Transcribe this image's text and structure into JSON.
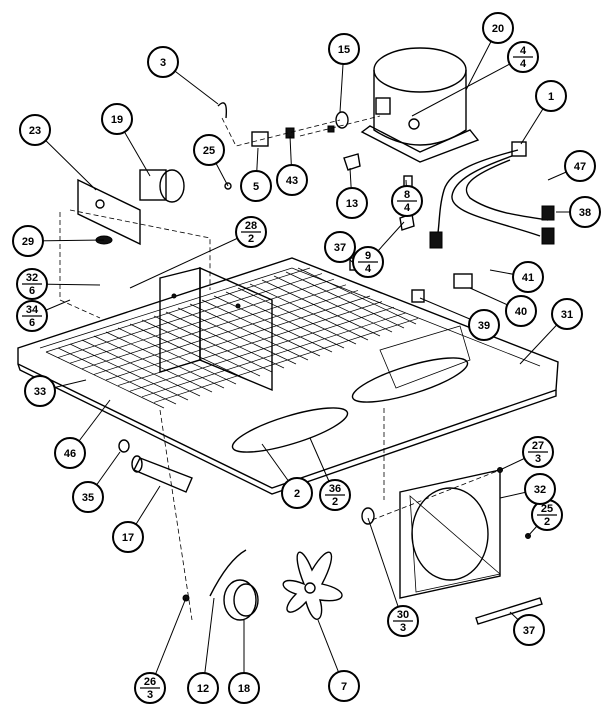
{
  "callouts": [
    {
      "id": "c1",
      "label": "1"
    },
    {
      "id": "c2",
      "label": "2"
    },
    {
      "id": "c3",
      "label": "3"
    },
    {
      "id": "c4",
      "label": "4",
      "sub": "4"
    },
    {
      "id": "c5",
      "label": "5"
    },
    {
      "id": "c7",
      "label": "7"
    },
    {
      "id": "c8",
      "label": "8",
      "sub": "4"
    },
    {
      "id": "c9",
      "label": "9",
      "sub": "4"
    },
    {
      "id": "c12",
      "label": "12"
    },
    {
      "id": "c13",
      "label": "13"
    },
    {
      "id": "c15",
      "label": "15"
    },
    {
      "id": "c17",
      "label": "17"
    },
    {
      "id": "c18",
      "label": "18"
    },
    {
      "id": "c19",
      "label": "19"
    },
    {
      "id": "c20",
      "label": "20"
    },
    {
      "id": "c23",
      "label": "23"
    },
    {
      "id": "c25a",
      "label": "25"
    },
    {
      "id": "c25b",
      "label": "25",
      "sub": "2"
    },
    {
      "id": "c26",
      "label": "26",
      "sub": "3"
    },
    {
      "id": "c27",
      "label": "27",
      "sub": "3"
    },
    {
      "id": "c28",
      "label": "28",
      "sub": "2"
    },
    {
      "id": "c29",
      "label": "29"
    },
    {
      "id": "c30",
      "label": "30",
      "sub": "3"
    },
    {
      "id": "c31",
      "label": "31"
    },
    {
      "id": "c32a",
      "label": "32",
      "sub": "6"
    },
    {
      "id": "c32b",
      "label": "32"
    },
    {
      "id": "c33",
      "label": "33"
    },
    {
      "id": "c34",
      "label": "34",
      "sub": "6"
    },
    {
      "id": "c35",
      "label": "35"
    },
    {
      "id": "c36",
      "label": "36",
      "sub": "2"
    },
    {
      "id": "c37a",
      "label": "37"
    },
    {
      "id": "c37b",
      "label": "37"
    },
    {
      "id": "c38",
      "label": "38"
    },
    {
      "id": "c39",
      "label": "39"
    },
    {
      "id": "c40",
      "label": "40"
    },
    {
      "id": "c41",
      "label": "41"
    },
    {
      "id": "c43",
      "label": "43"
    },
    {
      "id": "c46",
      "label": "46"
    },
    {
      "id": "c47",
      "label": "47"
    }
  ]
}
